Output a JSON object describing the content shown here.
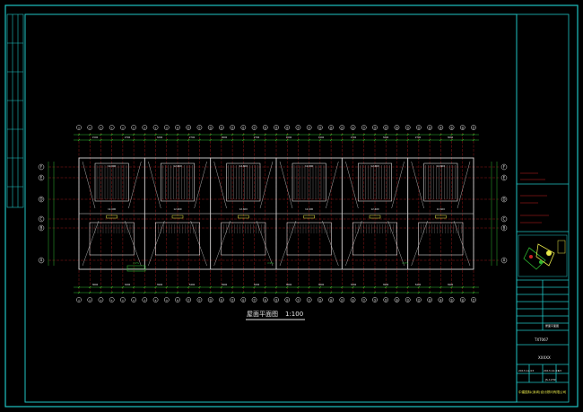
{
  "drawing": {
    "title": "屋面平面图",
    "scale": "1:100",
    "axis_top": [
      "①",
      "②",
      "③",
      "④",
      "⑤",
      "⑥",
      "⑦",
      "⑧",
      "⑨",
      "⑩",
      "⑪",
      "⑫",
      "⑬",
      "⑭",
      "⑮",
      "⑯",
      "⑰",
      "⑱",
      "⑲",
      "⑳",
      "㉑",
      "㉒",
      "㉓",
      "㉔",
      "㉕",
      "㉖",
      "㉗",
      "㉘",
      "㉙",
      "㉚",
      "㉛",
      "㉜",
      "㉝",
      "㉞",
      "㉟",
      "㊱",
      "㊲"
    ],
    "axis_left": [
      "F",
      "E",
      "D",
      "C",
      "B",
      "A"
    ],
    "dim_top": [
      "1500",
      "2700",
      "3200",
      "2700",
      "3600",
      "2700",
      "1500"
    ],
    "dim_bottom": [
      "3600",
      "3200",
      "3900",
      "5400",
      "3900",
      "3200",
      "3600"
    ],
    "elevation_labels": [
      "12.600",
      "12.600",
      "12.600",
      "12.600",
      "12.600",
      "12.600"
    ],
    "notes": [
      "i=2%",
      "i=2%",
      "i=2%"
    ]
  },
  "title_block": {
    "company": "中建国际(深圳)设计顾问有限公司",
    "project_field": "TXT067",
    "drawing_no": "XXXXX",
    "sheet_label": "屋面平面图",
    "date_1": "2013.12.03",
    "date_2": "2013.12.03",
    "extra_1": "A3",
    "extra_2": "JS-1239"
  },
  "colors": {
    "frame": "#1fc3c3",
    "walls": "#d6d6d6",
    "axes": "#c22",
    "dims": "#2fb52f",
    "text": "#e8e8e8",
    "yellow": "#e8e84a"
  }
}
